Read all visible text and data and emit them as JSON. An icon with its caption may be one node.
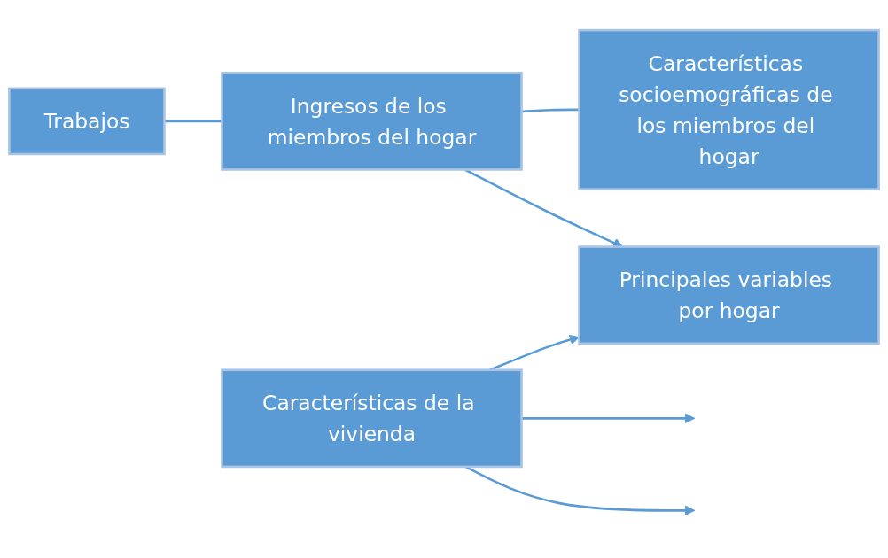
{
  "diagram": {
    "nodes": [
      {
        "text": [
          "Trabajos"
        ]
      },
      {
        "text": [
          "Ingresos de los miembros del hogar"
        ]
      },
      {
        "text": [
          "Características socioemográficas de los miembros del hogar"
        ]
      },
      {
        "text": [
          "Principales variables por hogar"
        ]
      },
      {
        "text": [
          "Características de la vivienda"
        ]
      }
    ],
    "edges": [
      {
        "from": 0,
        "to": 1,
        "arrow": "none"
      },
      {
        "from": 1,
        "to": 3,
        "arrow": "to"
      },
      {
        "from": 1,
        "to": 2,
        "arrow": "none"
      },
      {
        "from": 4,
        "to": null,
        "arrow": "to"
      },
      {
        "from": 4,
        "to": null,
        "arrow": "to"
      },
      {
        "from": 4,
        "to": 3,
        "arrow": "to"
      }
    ]
  }
}
